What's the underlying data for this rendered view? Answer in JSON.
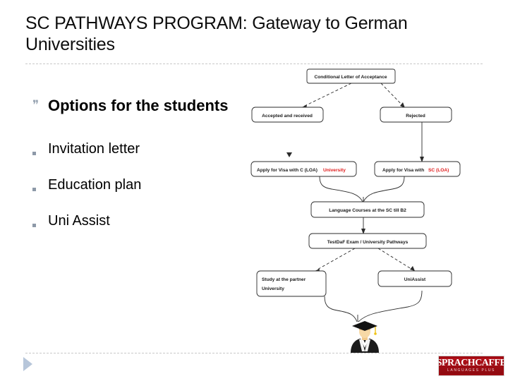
{
  "slide": {
    "title": "SC PATHWAYS PROGRAM: Gateway to German Universities"
  },
  "bullets": {
    "lead": {
      "marker": "quote-bullet",
      "text": "Options for the students"
    },
    "items": [
      {
        "marker": "square-bullet",
        "text": "Invitation letter"
      },
      {
        "marker": "square-bullet",
        "text": "Education plan"
      },
      {
        "marker": "square-bullet",
        "text": "Uni Assist"
      }
    ]
  },
  "flowchart": {
    "nodes": {
      "conditional_letter": "Conditional Letter of Acceptance",
      "accepted": "Accepted and received",
      "rejected": "Rejected",
      "visa_university_black": "Apply for Visa with C (LOA)",
      "visa_university_red": "University",
      "visa_sc_black": "Apply for Visa with",
      "visa_sc_red": "SC (LOA)",
      "language_courses": "Language Courses at the SC till B2",
      "testdaf": "TestDaF Exam / University Pathways",
      "study_partner_line1": "Study at the partner",
      "study_partner_line2": "University",
      "uniassist": "UniAssist",
      "graduate_icon": "graduate-icon"
    },
    "accent_red": "#e01b1b"
  },
  "footer": {
    "nav_icon": "play-triangle-icon",
    "logo_main": "SPRACHCAFFE",
    "logo_sub": "LANGUAGES PLUS",
    "logo_color": "#9c0b12"
  }
}
